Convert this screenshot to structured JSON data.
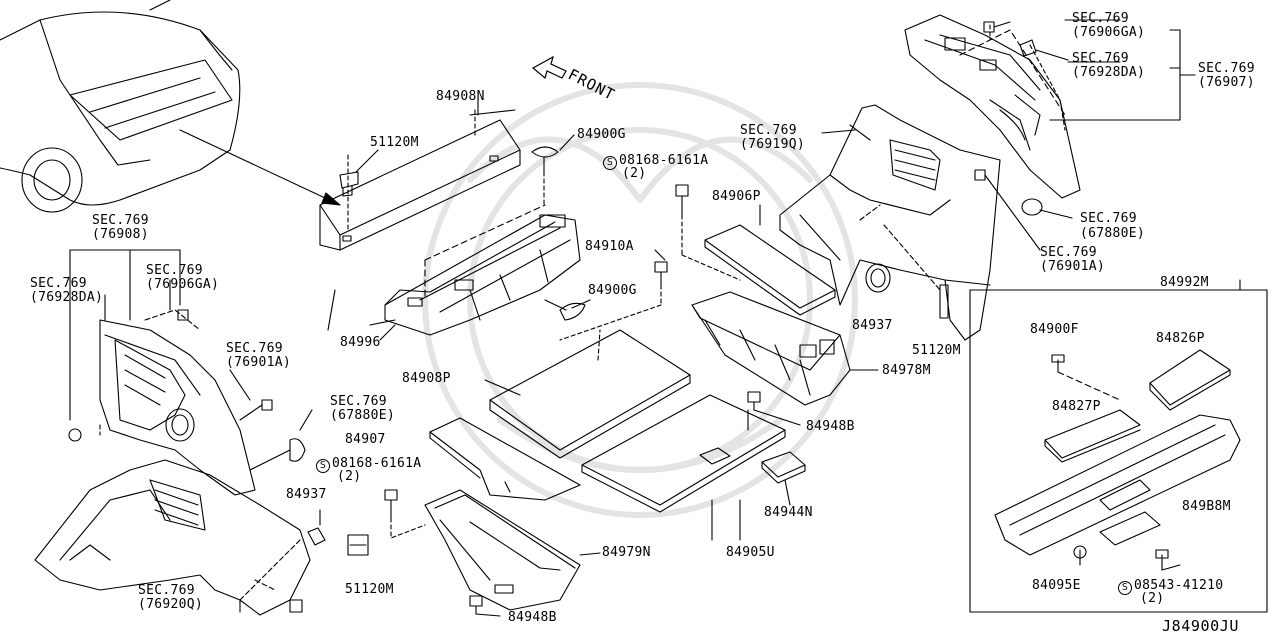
{
  "diagram_code": "J84900JU",
  "direction_label": "FRONT",
  "labels": {
    "l_84908N": "84908N",
    "l_51120M_a": "51120M",
    "l_84900G_a": "84900G",
    "l_08168_a": "08168-6161A",
    "l_08168_a_qty": "(2)",
    "l_sec769_76919Q": "SEC.769",
    "l_76919Q": "(76919Q)",
    "l_sec769_top1": "SEC.769",
    "l_76906GA_top": "(76906GA)",
    "l_sec769_top2": "SEC.769",
    "l_76928DA_top": "(76928DA)",
    "l_sec769_top3": "SEC.769",
    "l_76907": "(76907)",
    "l_84906P": "84906P",
    "l_84910A": "84910A",
    "l_84900G_b": "84900G",
    "l_sec769_67880E_r": "SEC.769",
    "l_67880E_r": "(67880E)",
    "l_sec769_76901A_r": "SEC.769",
    "l_76901A_r": "(76901A)",
    "l_84992M": "84992M",
    "l_84996": "84996",
    "l_84937_r": "84937",
    "l_51120M_b": "51120M",
    "l_84900F": "84900F",
    "l_84826P": "84826P",
    "l_84978M": "84978M",
    "l_84908P": "84908P",
    "l_84827P": "84827P",
    "l_84948B_a": "84948B",
    "l_84907": "84907",
    "l_08168_b": "08168-6161A",
    "l_08168_b_qty": "(2)",
    "l_84944N": "84944N",
    "l_84988M": "849B8M",
    "l_84979N": "84979N",
    "l_84905U": "84905U",
    "l_84095E": "84095E",
    "l_08543": "08543-41210",
    "l_08543_qty": "(2)",
    "l_84948B_b": "84948B",
    "l_sec769_76908": "SEC.769",
    "l_76908": "(76908)",
    "l_sec769_76928DA_l": "SEC.769",
    "l_76928DA_l": "(76928DA)",
    "l_sec769_76906GA_l": "SEC.769",
    "l_76906GA_l": "(76906GA)",
    "l_sec769_76901A_l": "SEC.769",
    "l_76901A_l": "(76901A)",
    "l_sec769_67880E_l": "SEC.769",
    "l_67880E_l": "(67880E)",
    "l_84937_l": "84937",
    "l_sec769_76920Q": "SEC.769",
    "l_76920Q": "(76920Q)",
    "l_51120M_c": "51120M"
  }
}
